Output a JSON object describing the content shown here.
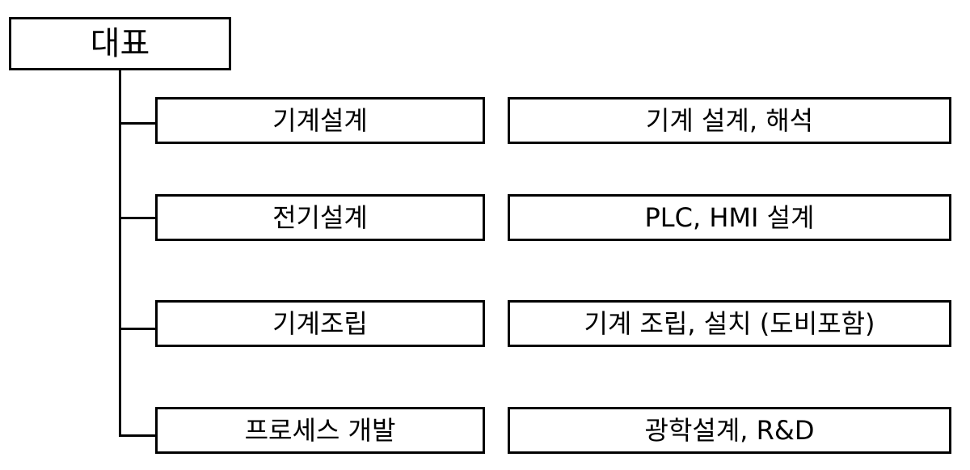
{
  "root": {
    "label": "대표"
  },
  "departments": [
    {
      "name": "기계설계",
      "description": "기계 설계, 해석"
    },
    {
      "name": "전기설계",
      "description": "PLC, HMI 설계"
    },
    {
      "name": "기계조립",
      "description": "기계 조립, 설치 (도비포함)"
    },
    {
      "name": "프로세스 개발",
      "description": "광학설계, R&D"
    }
  ],
  "colors": {
    "line": "#000000",
    "box_border": "#000000",
    "background": "#ffffff"
  }
}
